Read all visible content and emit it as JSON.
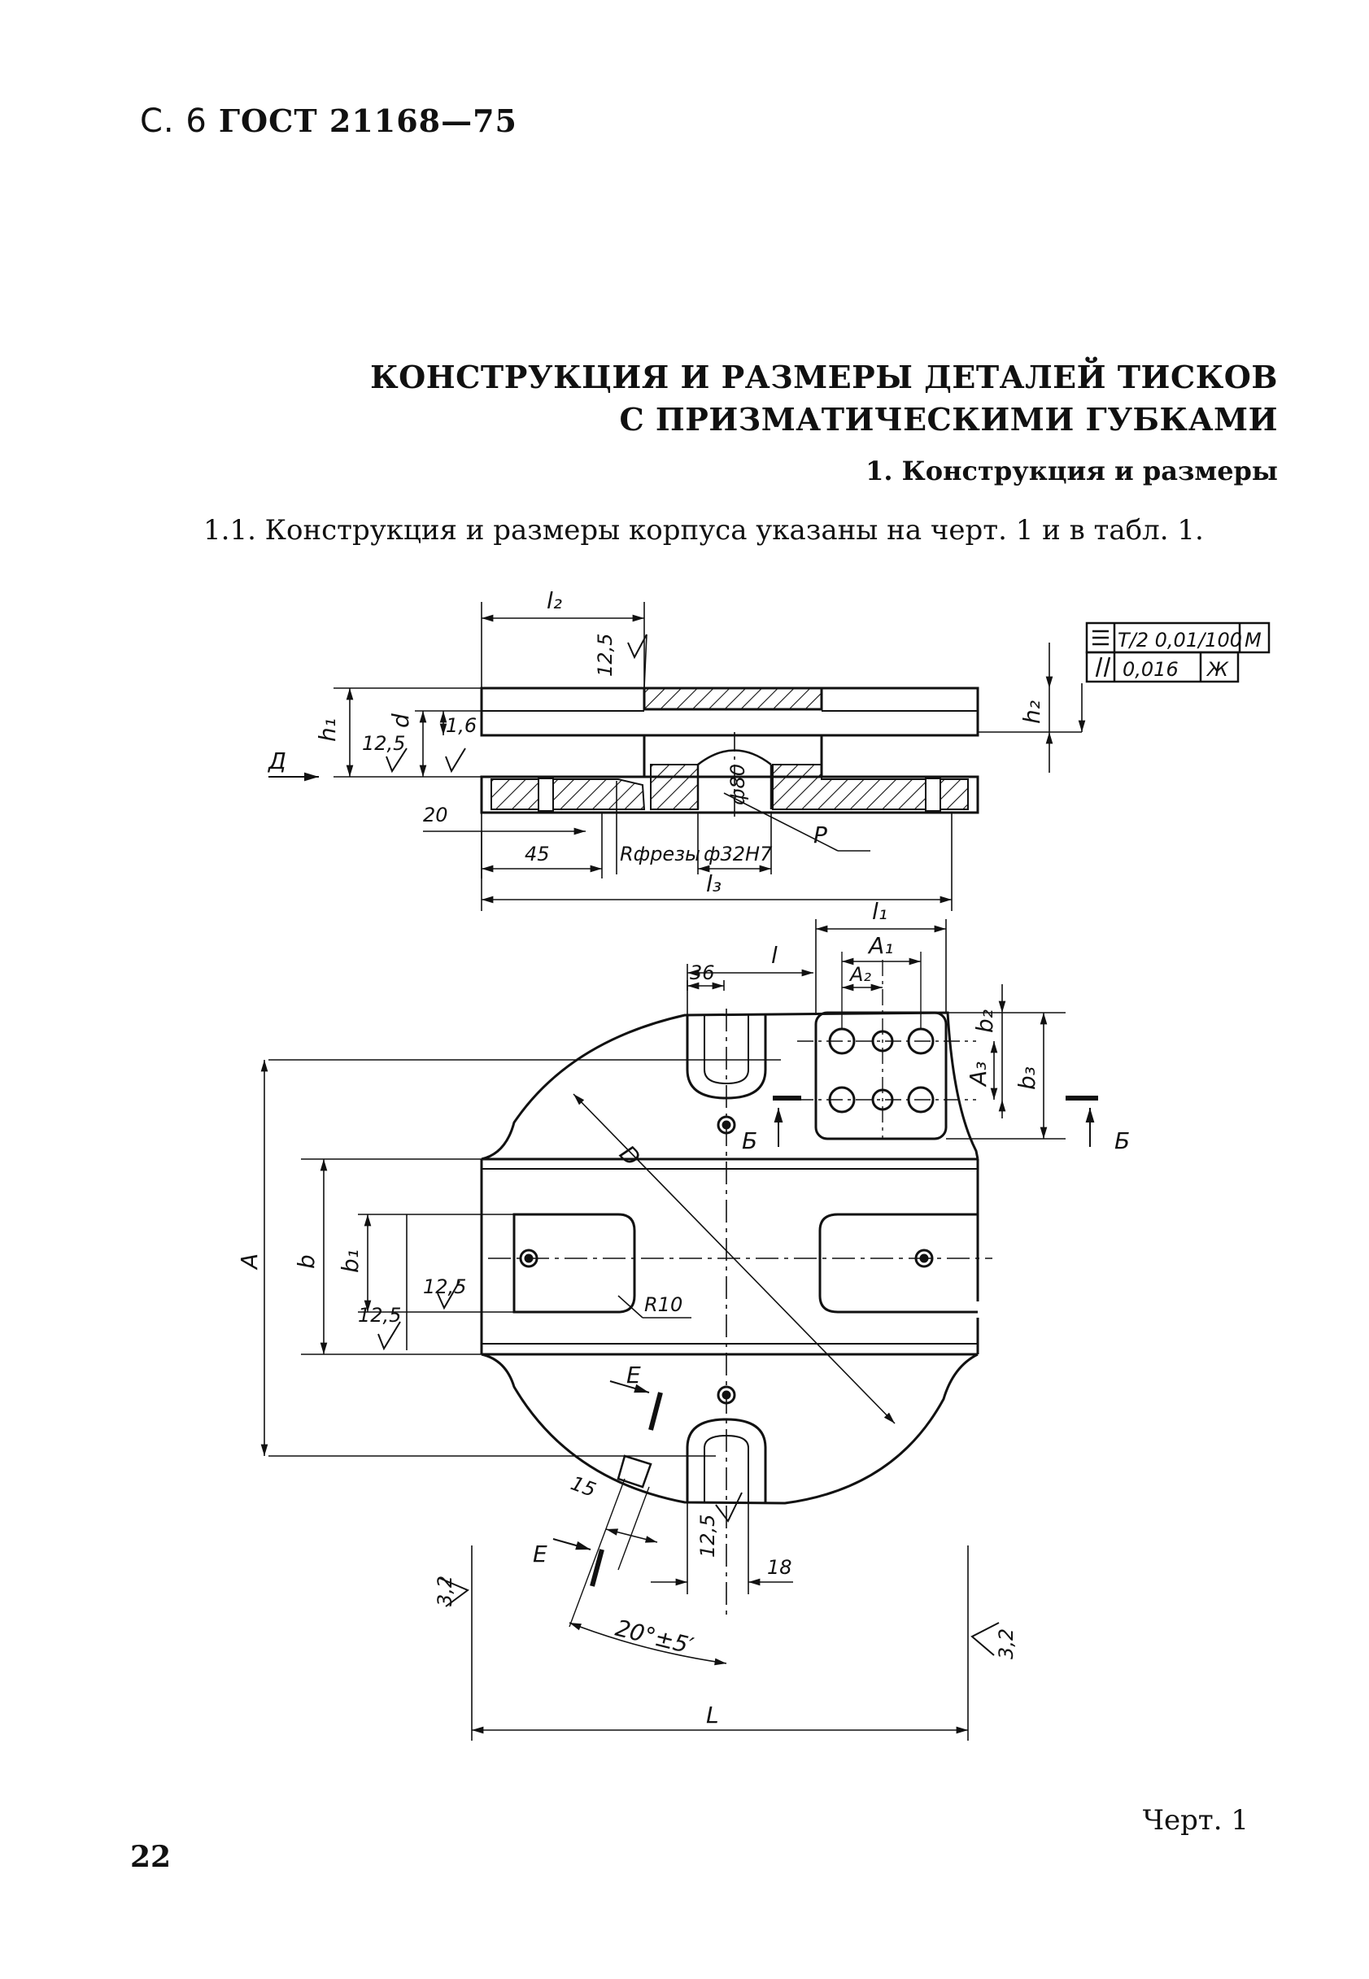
{
  "header": {
    "page_label": "С. 6",
    "standard": "ГОСТ 21168—75"
  },
  "section": {
    "title_line1": "КОНСТРУКЦИЯ И РАЗМЕРЫ ДЕТАЛЕЙ ТИСКОВ",
    "title_line2": "С ПРИЗМАТИЧЕСКИМИ ГУБКАМИ",
    "subsection": "1. Конструкция и размеры",
    "paragraph": "1.1. Конструкция и размеры корпуса указаны на черт. 1 и в табл. 1."
  },
  "drawing": {
    "labels": {
      "l2": "l₂",
      "h1": "h₁",
      "d": "d",
      "h2": "h₂",
      "r125_top": "12,5",
      "r125_left": "12,5",
      "r16": "1,6",
      "view_d": "Д",
      "dim20": "20",
      "dim45": "45",
      "rfrezy": "Rфрезы",
      "phi32": "ф32H7",
      "dim80": "ф80",
      "p": "P",
      "l3": "l₃",
      "l1": "l₁",
      "l": "l",
      "a1": "A₁",
      "a2": "A₂",
      "dim36": "36",
      "b2": "b₂",
      "a3": "A₃",
      "b3": "b₃",
      "section_b": "Б",
      "a": "A",
      "b": "b",
      "b1": "b₁",
      "r125_b1": "12,5",
      "r125_b": "12,5",
      "r10": "R10",
      "dd": "D",
      "section_e": "Е",
      "dim15": "15",
      "r125_slot": "12,5",
      "dim18": "18",
      "angle": "20°±5′",
      "r32_left": "3,2",
      "r32_right": "3,2",
      "length": "L"
    },
    "tolerance_frame": {
      "row1_value": "T/2 0,01/100",
      "row1_ref": "М",
      "row2_value": "0,016",
      "row2_ref": "Ж"
    }
  },
  "caption": "Черт. 1",
  "page_number": "22"
}
